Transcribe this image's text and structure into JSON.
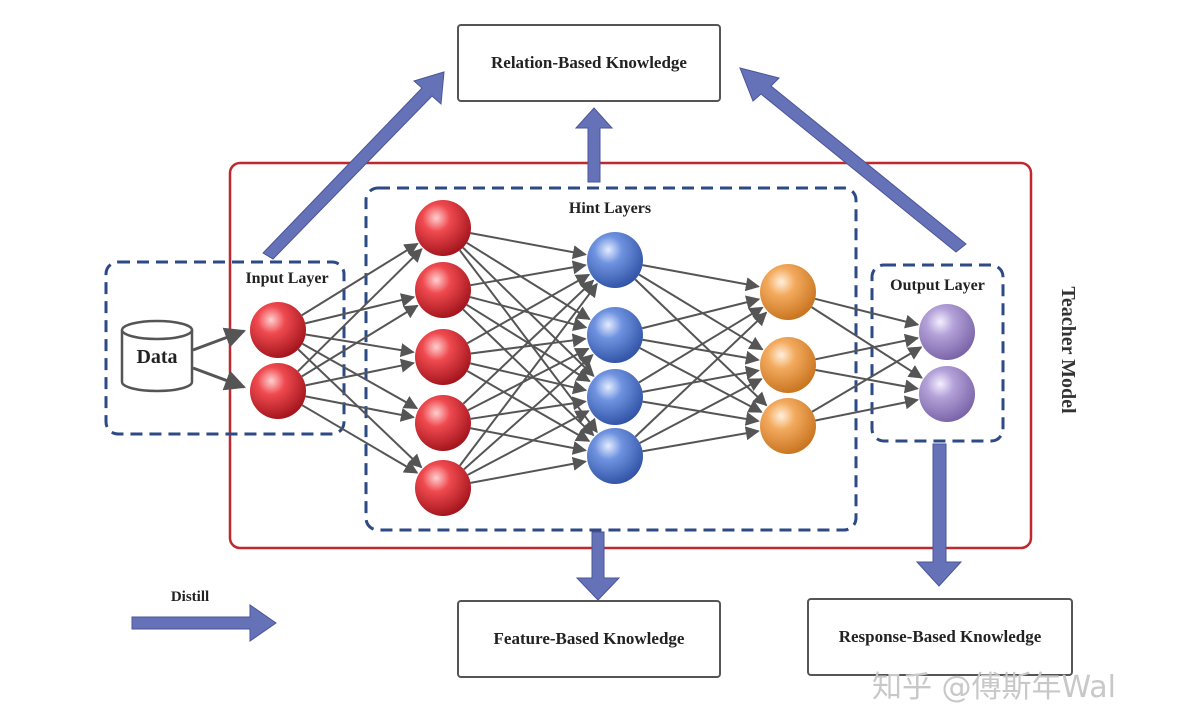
{
  "labels": {
    "relation": "Relation-Based Knowledge",
    "feature": "Feature-Based Knowledge",
    "response": "Response-Based Knowledge",
    "hint_layers": "Hint Layers",
    "input_layer": "Input Layer",
    "output_layer": "Output Layer",
    "data": "Data",
    "teacher_model": "Teacher Model",
    "distill": "Distill",
    "watermark": "知乎 @傅斯年Wal"
  },
  "network": {
    "layers": [
      {
        "name": "input",
        "nodes": 2,
        "color": "red"
      },
      {
        "name": "hint-1",
        "nodes": 5,
        "color": "red"
      },
      {
        "name": "hint-2",
        "nodes": 4,
        "color": "blue"
      },
      {
        "name": "hint-3",
        "nodes": 3,
        "color": "orange"
      },
      {
        "name": "output",
        "nodes": 2,
        "color": "purple"
      }
    ],
    "connectivity": "fully-connected"
  },
  "colors": {
    "teacher_border": "#c0282f",
    "dashed_border": "#2c4a86",
    "arrow": "#6672b8",
    "red_node": "#d9252f",
    "blue_node": "#4f73c8",
    "orange_node": "#e9933a",
    "purple_node": "#9c86c4"
  }
}
